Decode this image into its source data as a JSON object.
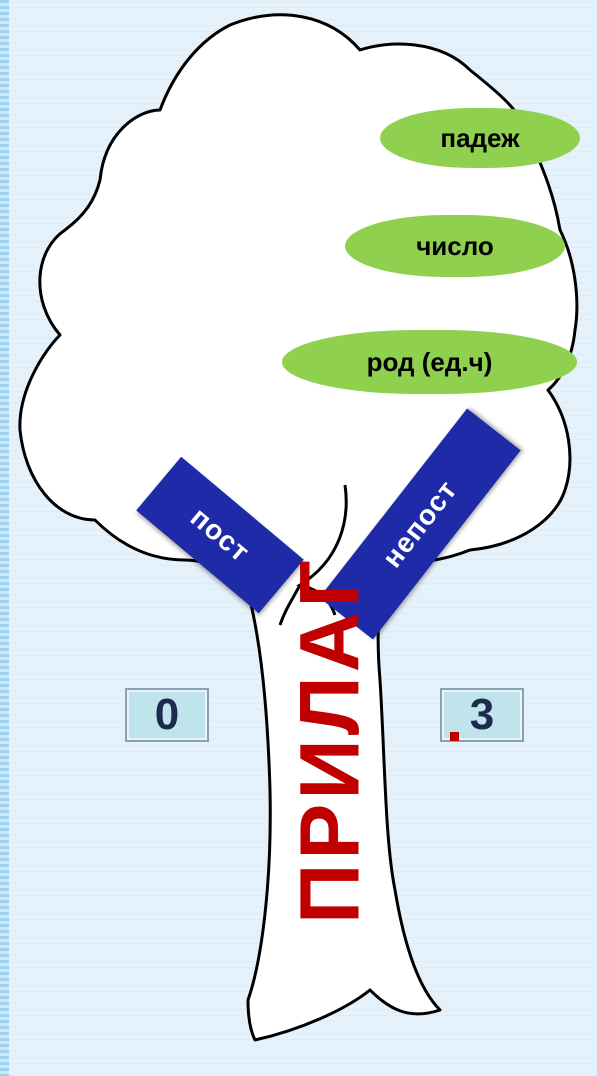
{
  "leaves": [
    {
      "id": "case",
      "label": "падеж"
    },
    {
      "id": "number",
      "label": "число"
    },
    {
      "id": "gender",
      "label": "род (ед.ч)"
    }
  ],
  "branches": {
    "left": "пост",
    "right": "непост"
  },
  "scores": {
    "left": "0",
    "right": "3"
  },
  "trunk_label": "ПРИЛАГ",
  "colors": {
    "background": "#e6f2fb",
    "leaf_fill": "#8fd14f",
    "branch_fill": "#1f2aa8",
    "trunk_text": "#c00000",
    "score_fill": "#bfe4ec"
  }
}
